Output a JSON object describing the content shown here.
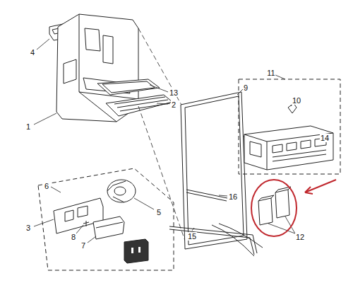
{
  "diagram": {
    "labels": [
      "4",
      "1",
      "13",
      "2",
      "9",
      "11",
      "10",
      "14",
      "6",
      "5",
      "3",
      "8",
      "7",
      "16",
      "15",
      "12"
    ]
  }
}
